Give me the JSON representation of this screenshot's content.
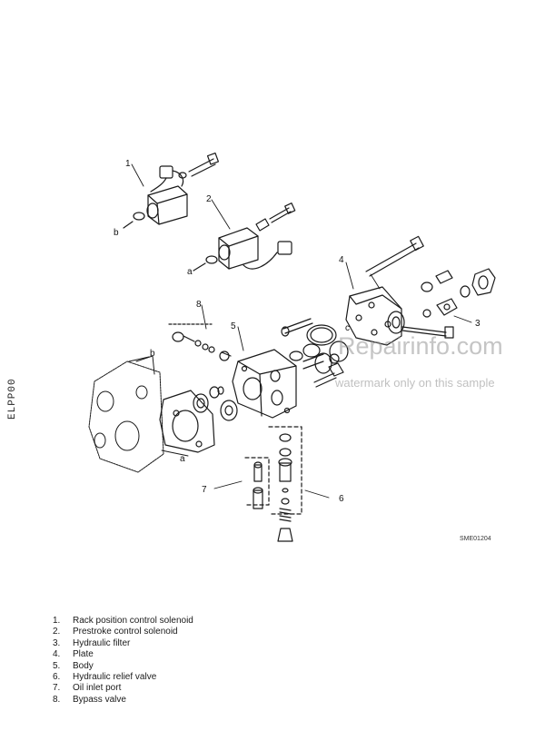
{
  "side_code": "ELPP00",
  "figure_code": "SME01204",
  "watermark": {
    "site": "Repairinfo.com",
    "note": "watermark only on this sample"
  },
  "callouts": {
    "c1": "1",
    "c2": "2",
    "c3": "3",
    "c4": "4",
    "c5": "5",
    "c6": "6",
    "c7": "7",
    "c8": "8",
    "a1": "a",
    "a2": "a",
    "b1": "b",
    "b2": "b",
    "c": "c"
  },
  "legend": [
    {
      "num": "1.",
      "label": "Rack position control solenoid"
    },
    {
      "num": "2.",
      "label": "Prestroke control solenoid"
    },
    {
      "num": "3.",
      "label": "Hydraulic filter"
    },
    {
      "num": "4.",
      "label": "Plate"
    },
    {
      "num": "5.",
      "label": "Body"
    },
    {
      "num": "6.",
      "label": "Hydraulic relief valve"
    },
    {
      "num": "7.",
      "label": "Oil inlet port"
    },
    {
      "num": "8.",
      "label": "Bypass valve"
    }
  ]
}
